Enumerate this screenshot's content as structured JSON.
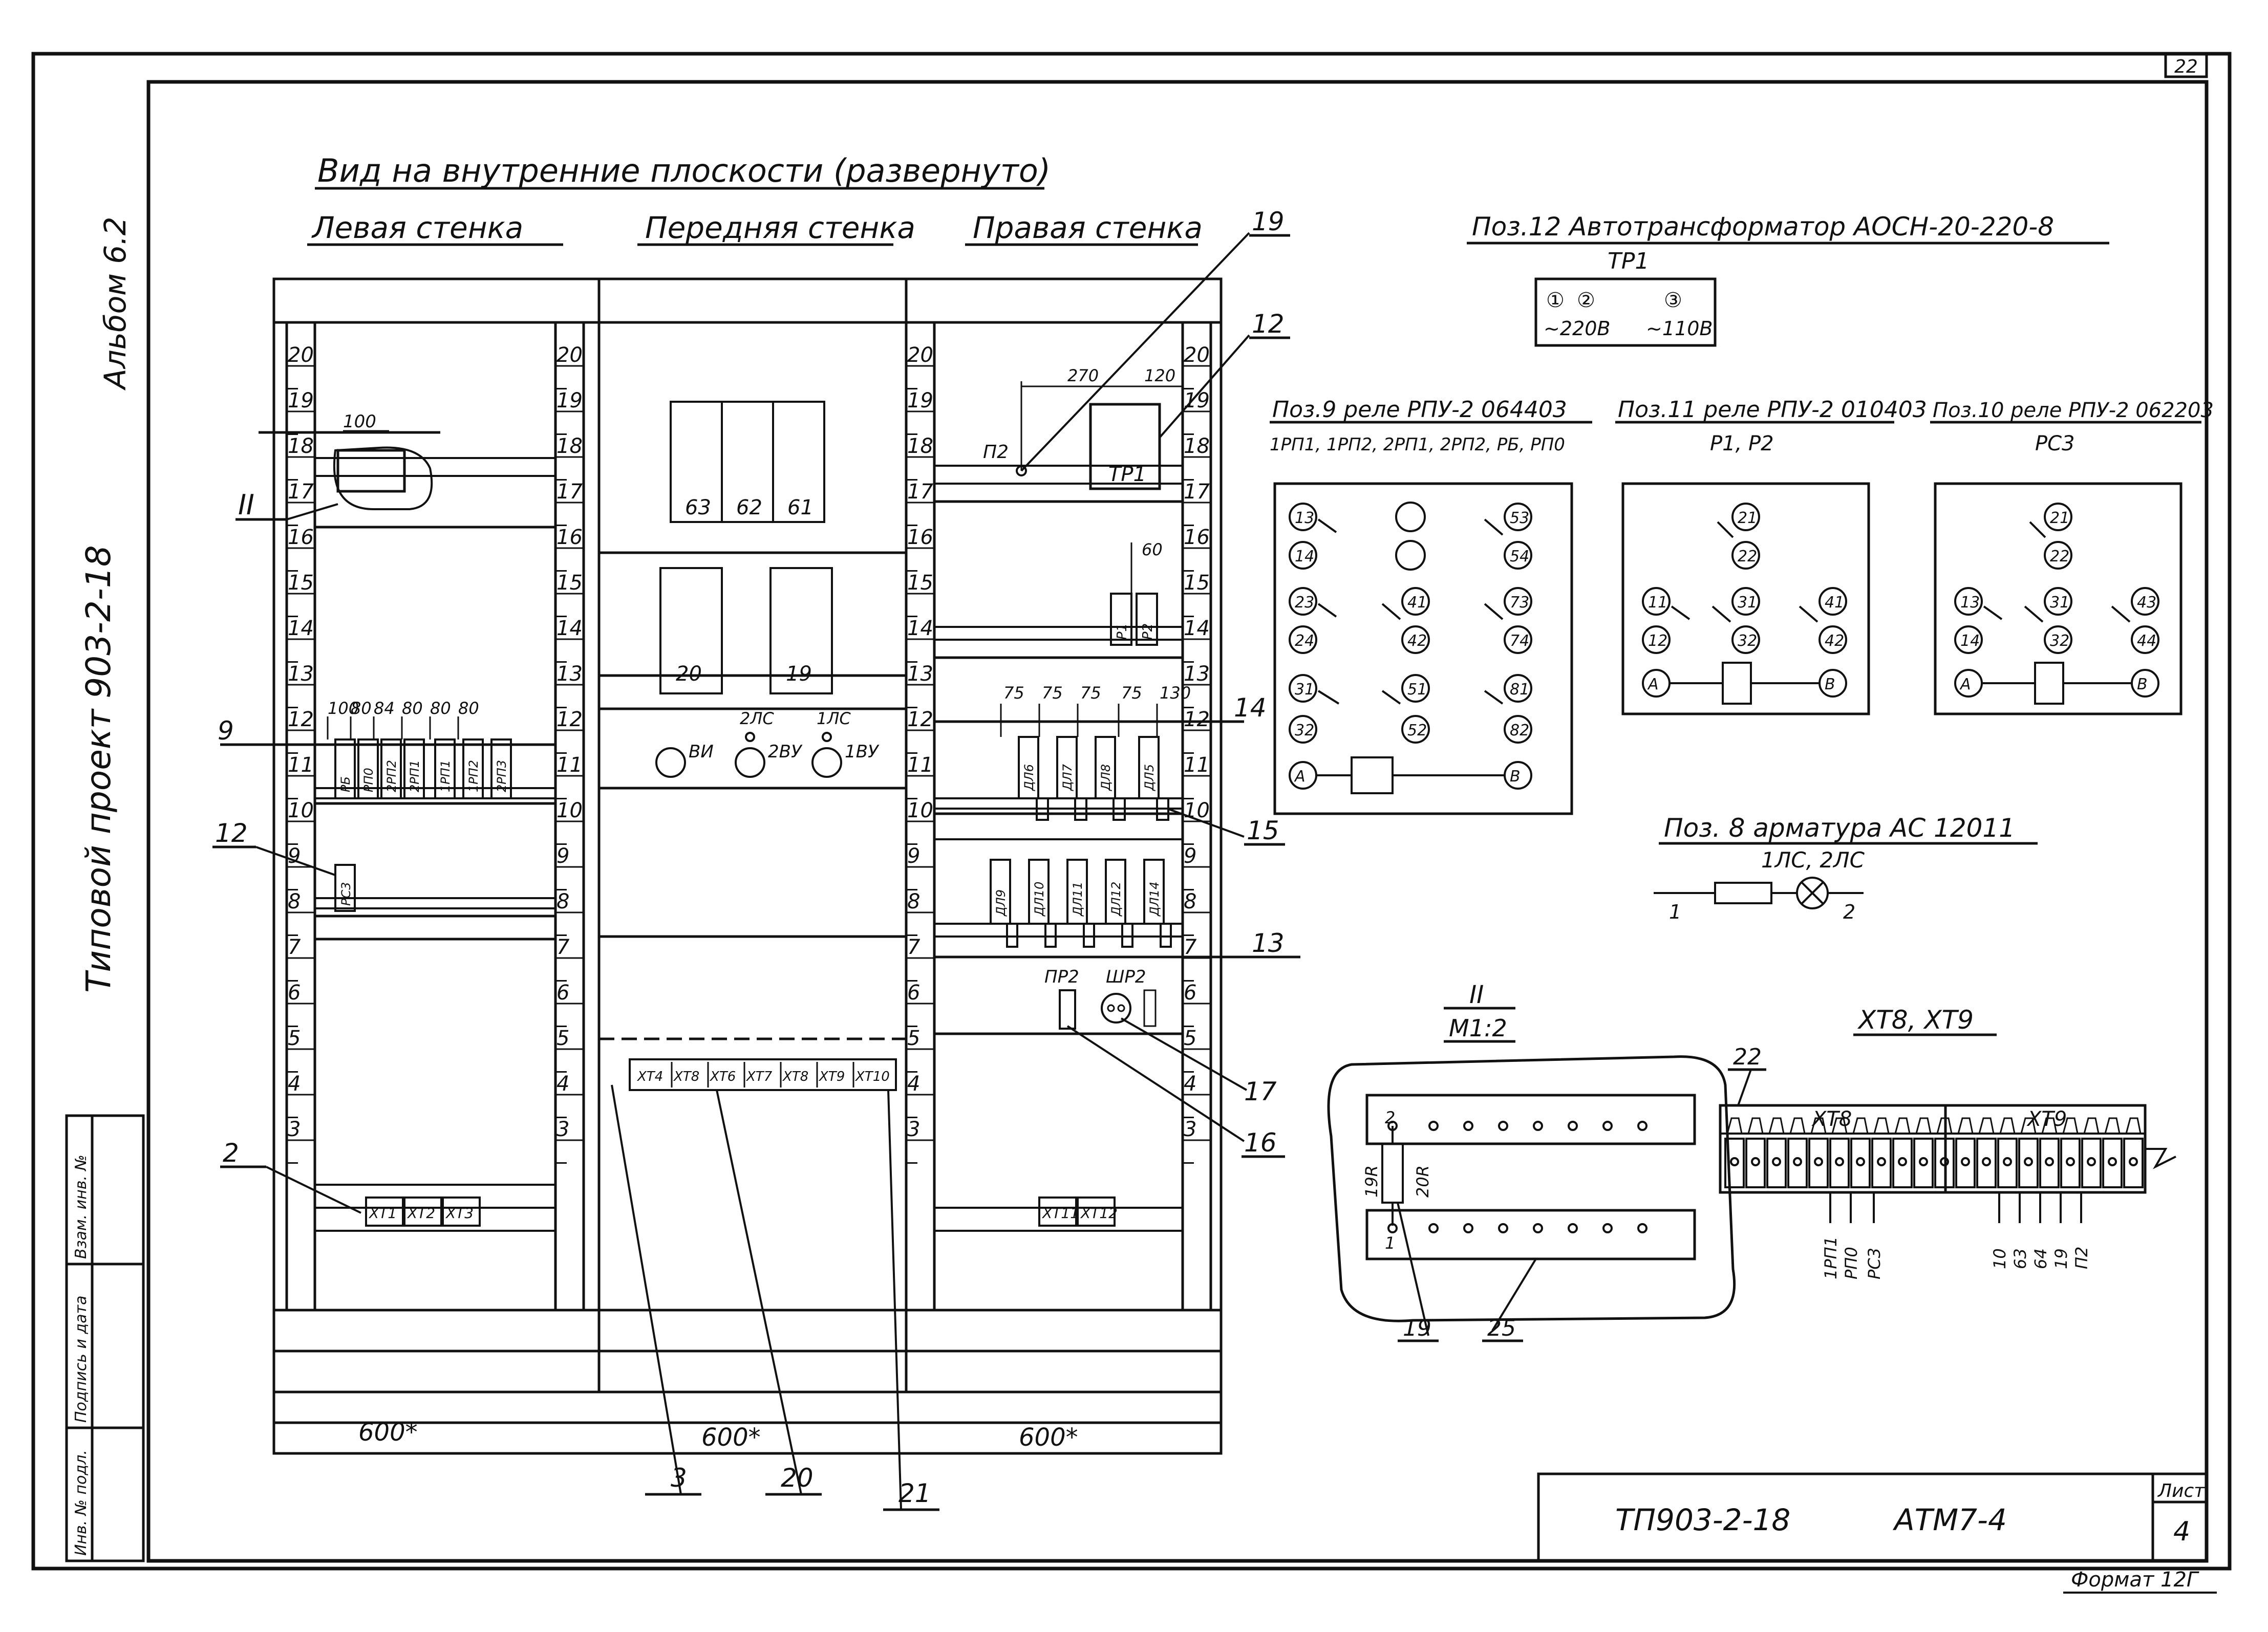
{
  "sheet_number_top": "22",
  "main_title": "Вид на внутренние плоскости (развернуто)",
  "walls": {
    "left": "Левая стенка",
    "front": "Передняя стенка",
    "right": "Правая стенка"
  },
  "side_labels": {
    "album": "Альбом 6.2",
    "project": "Типовой проект 903-2-18"
  },
  "stamp_columns": [
    "Инв. № подл.",
    "Подпись и дата",
    "Взам. инв. №"
  ],
  "scale_numbers": [
    "20",
    "19",
    "18",
    "17",
    "16",
    "15",
    "14",
    "13",
    "12",
    "11",
    "10",
    "9",
    "8",
    "7",
    "6",
    "5",
    "4",
    "3"
  ],
  "dimensions": {
    "w100": "100",
    "relays_left": [
      "100",
      "80",
      "84",
      "80",
      "80",
      "80"
    ],
    "right_top": [
      "270",
      "120"
    ],
    "w60": "60",
    "relays_right": [
      "75",
      "75",
      "75",
      "75",
      "130"
    ],
    "widths": [
      "600*",
      "600*",
      "600*"
    ]
  },
  "callouts": {
    "c2": "2",
    "c3": "3",
    "c9": "9",
    "c12_left": "12",
    "c12_right": "12",
    "c13": "13",
    "c14": "14",
    "c15": "15",
    "c16": "16",
    "c17": "17",
    "c19": "19",
    "c20": "20",
    "c21": "21",
    "c19_detail": "19",
    "c25": "25",
    "c22": "22",
    "detail_ref": "II"
  },
  "left_wall": {
    "relays": [
      "2РП3",
      "1РП2",
      "1РП1",
      "2РП1",
      "2РП2",
      "РП0",
      "РБ"
    ],
    "relay_pc": "РС3",
    "terminals": [
      "ХТ1",
      "ХТ2",
      "ХТ3"
    ]
  },
  "front_wall": {
    "blocks_top": [
      "63",
      "62",
      "61"
    ],
    "blocks_mid": [
      "20",
      "19"
    ],
    "lamps_top": [
      "2ЛС",
      "1ЛС"
    ],
    "lamps": [
      "ВИ",
      "2ВУ",
      "1ВУ"
    ],
    "terminals": [
      "ХТ4",
      "ХТ8",
      "ХТ6",
      "ХТ7",
      "ХТ8",
      "ХТ9",
      "ХТ10"
    ]
  },
  "right_wall": {
    "p2": "П2",
    "tp1": "ТР1",
    "p1p2": [
      "Р1",
      "Р2"
    ],
    "relays_row1": [
      "ДЛ6",
      "ДЛ7",
      "ДЛ8",
      "ДЛ5"
    ],
    "relays_row2": [
      "ДЛ9",
      "ДЛ10",
      "ДЛ11",
      "ДЛ12",
      "ДЛ14"
    ],
    "pr_labels": [
      "ПР2",
      "ШР2"
    ],
    "terminals": [
      "ХТ11",
      "ХТ12"
    ]
  },
  "autotransformer": {
    "title": "Поз.12 Автотрансформатор АОСН-20-220-8",
    "sub": "ТР1",
    "terms": [
      "①",
      "②",
      "③"
    ],
    "volts": [
      "~220В",
      "~110В"
    ]
  },
  "relay9": {
    "title": "Поз.9 реле РПУ-2 064403",
    "sub": "1РП1, 1РП2, 2РП1, 2РП2, РБ, РП0",
    "contacts": [
      "13",
      "14",
      "23",
      "24",
      "31",
      "32",
      "53",
      "54",
      "41",
      "42",
      "51",
      "52",
      "73",
      "74",
      "81",
      "82"
    ],
    "coil": [
      "А",
      "В"
    ]
  },
  "relay11": {
    "title": "Поз.11 реле РПУ-2 010403",
    "sub": "Р1, Р2",
    "contacts": [
      "21",
      "22",
      "11",
      "12",
      "31",
      "32",
      "41",
      "42"
    ],
    "coil": [
      "А",
      "В"
    ]
  },
  "relay10": {
    "title": "Поз.10 реле РПУ-2 062203",
    "sub": "РС3",
    "contacts": [
      "21",
      "22",
      "13",
      "14",
      "31",
      "32",
      "43",
      "44"
    ],
    "coil": [
      "А",
      "В"
    ]
  },
  "armature": {
    "title": "Поз. 8 арматура АС 12011",
    "sub": "1ЛС, 2ЛС",
    "pins": [
      "1",
      "2"
    ]
  },
  "detail": {
    "title": "II",
    "scale": "М1:2",
    "res": [
      "19R",
      "20R"
    ],
    "pins": [
      "2",
      "1"
    ]
  },
  "xt89": {
    "title": "ХТ8, ХТ9",
    "xt8": "ХТ8",
    "xt9": "ХТ9",
    "wires_xt8": [
      "1РП1",
      "РП0",
      "РС3"
    ],
    "wires_xt9": [
      "10",
      "63",
      "64",
      "19",
      "П2"
    ]
  },
  "title_block": {
    "code": "ТП903-2-18",
    "mark": "АТМ7-4",
    "list_label": "Лист",
    "list_number": "4",
    "format": "Формат 12Г"
  }
}
